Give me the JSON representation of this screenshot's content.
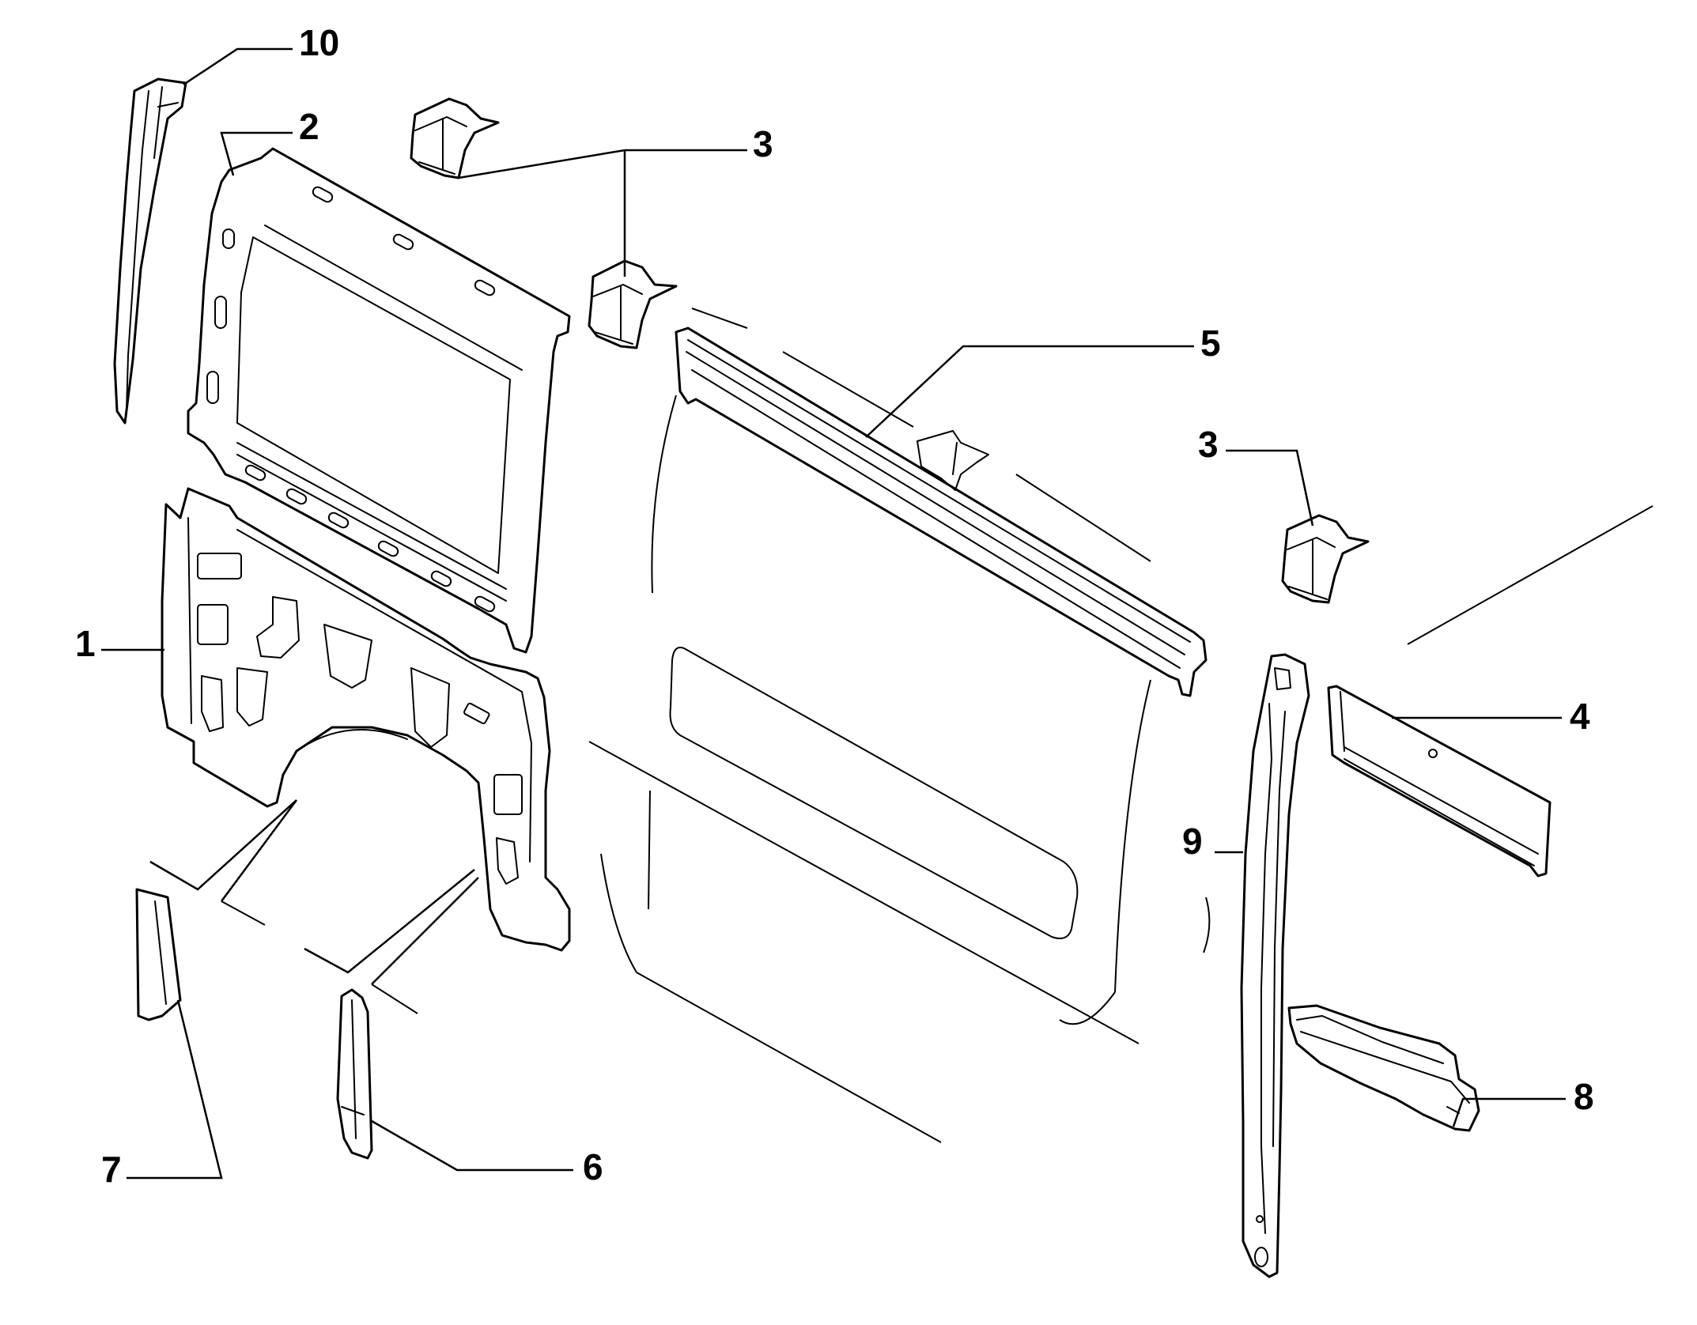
{
  "callouts": {
    "c1": "1",
    "c2": "2",
    "c3a": "3",
    "c3b": "3",
    "c4": "4",
    "c5": "5",
    "c6": "6",
    "c7": "7",
    "c8": "8",
    "c9": "9",
    "c10": "10"
  },
  "colors": {
    "line": "#000000",
    "background": "#ffffff"
  }
}
